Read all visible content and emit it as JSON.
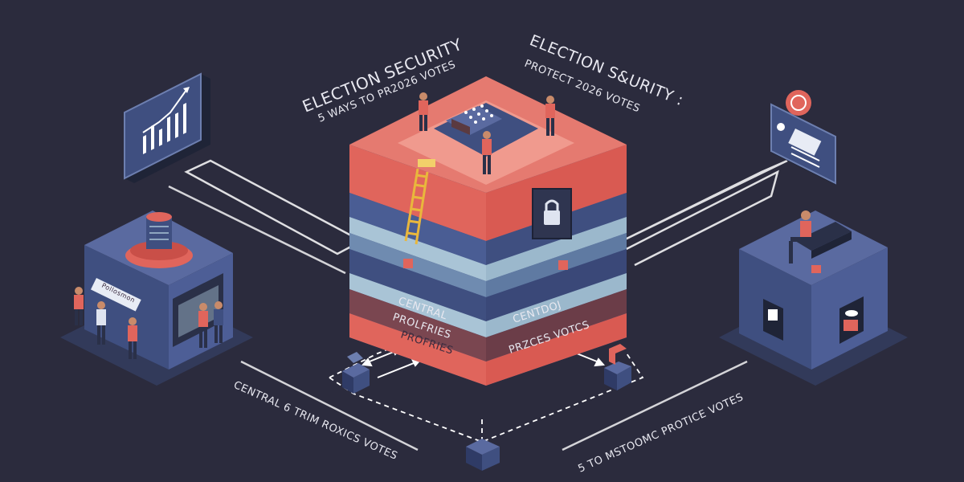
{
  "title_left": {
    "line1": "ELECTION SECURITY",
    "line2": "5 WAYS TO PR2026 VOTES"
  },
  "title_right": {
    "line1": "ELECTION S&URITY :",
    "line2": "PROTECT 2026 VOTES"
  },
  "tower": {
    "label_central_left": "CENTRAL",
    "label_profiles": "PROLFRIES",
    "label_profiles_2": "PROFRIES",
    "label_central_right": "CENTDOJ",
    "label_right_votes": "PRZCES VOTCS"
  },
  "bottom_left_caption": "CENTRAL 6 TRIM ROXICS VOTES",
  "bottom_right_caption": "5 TO MSTOOMC PROTICE VOTES",
  "left_building": {
    "sign": "Pollosmon"
  },
  "colors": {
    "background": "#2b2b3d",
    "coral": "#e0655c",
    "navy": "#3f4f80",
    "light_blue": "#a9c4d6",
    "outline": "#ffffff"
  },
  "icons": [
    "bar-chart-icon",
    "lock-icon",
    "ballot-box-icon",
    "id-card-icon",
    "ladder-icon",
    "server-icon",
    "person-icon"
  ]
}
